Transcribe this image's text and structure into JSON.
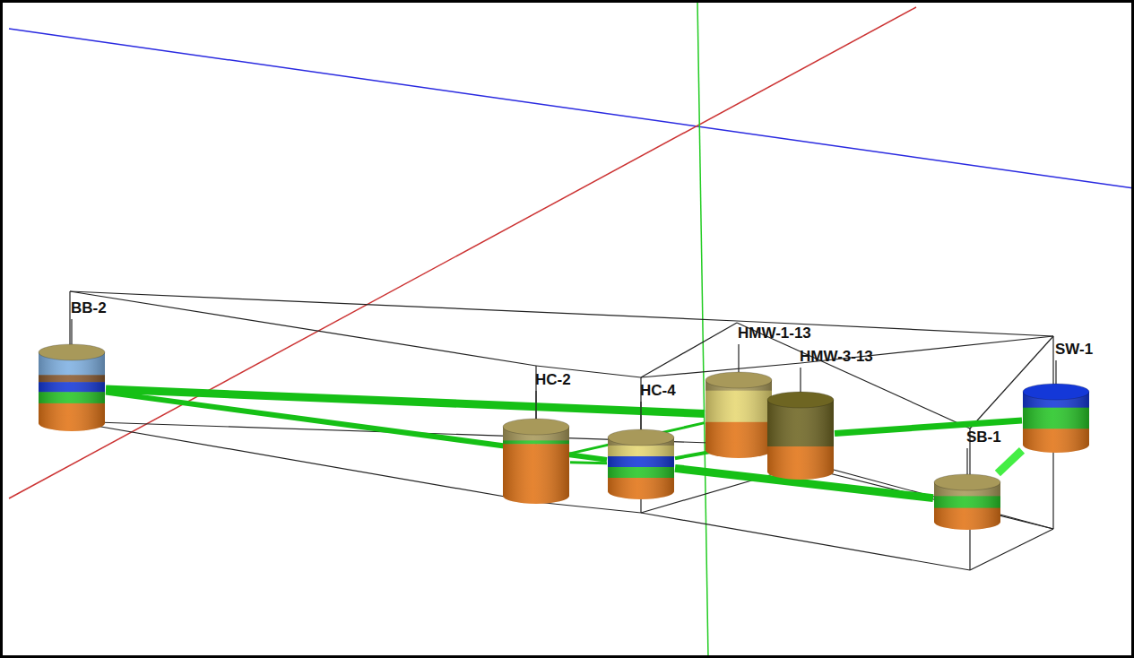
{
  "diagram": {
    "nodes": [
      {
        "text": [
          "BB-2"
        ]
      },
      {
        "text": [
          "HC-2"
        ]
      },
      {
        "text": [
          "HC-4"
        ]
      },
      {
        "text": [
          "HMW-1-13"
        ]
      },
      {
        "text": [
          "HMW-3-13"
        ]
      },
      {
        "text": [
          "SB-1"
        ]
      },
      {
        "text": [
          "SW-1"
        ]
      }
    ],
    "edges": [
      {
        "from": 0,
        "to": 3,
        "arrow": "none"
      },
      {
        "from": 0,
        "to": 2,
        "arrow": "none"
      },
      {
        "from": 1,
        "to": 3,
        "arrow": "none"
      },
      {
        "from": 1,
        "to": 2,
        "arrow": "none"
      },
      {
        "from": 2,
        "to": 4,
        "arrow": "none"
      },
      {
        "from": 2,
        "to": 5,
        "arrow": "none"
      },
      {
        "from": 4,
        "to": 6,
        "arrow": "none"
      },
      {
        "from": 5,
        "to": 6,
        "arrow": "none"
      }
    ]
  }
}
